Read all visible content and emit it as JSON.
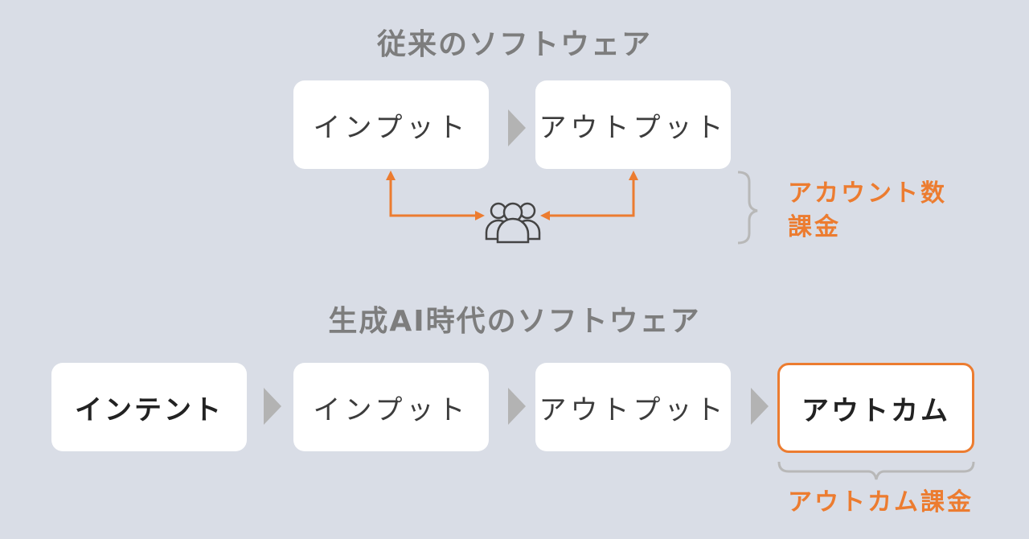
{
  "top": {
    "title": "従来のソフトウェア",
    "boxes": [
      "インプット",
      "アウトプット"
    ],
    "note_line1": "アカウント数",
    "note_line2": "課金",
    "icon": "users-group-icon"
  },
  "bottom": {
    "title": "生成AI時代のソフトウェア",
    "boxes": [
      "インテント",
      "インプット",
      "アウトプット",
      "アウトカム"
    ],
    "note": "アウトカム課金"
  },
  "colors": {
    "background": "#d9dde6",
    "accent": "#ec7c30",
    "title_gray": "#7d7d7d",
    "chevron": "#b3b3b3"
  }
}
